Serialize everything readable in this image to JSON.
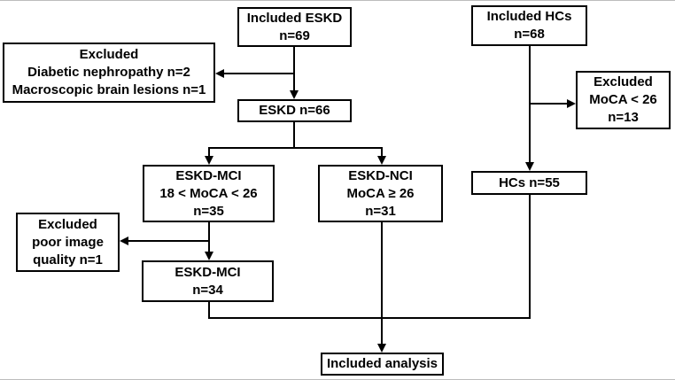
{
  "figure": {
    "background": "#ffffff",
    "box_fill": "#ffffff",
    "box_border": "#000000",
    "text_color": "#000000",
    "line_color": "#000000"
  },
  "nodes": {
    "included_eskd": {
      "lines": [
        "Included ESKD",
        "n=69"
      ]
    },
    "excluded_eskd": {
      "lines": [
        "Excluded",
        "Diabetic nephropathy n=2",
        "Macroscopic brain lesions n=1"
      ]
    },
    "eskd_66": {
      "lines": [
        "ESKD n=66"
      ]
    },
    "eskd_mci_screen": {
      "lines": [
        "ESKD-MCI",
        "18 < MoCA < 26",
        "n=35"
      ]
    },
    "eskd_nci": {
      "lines": [
        "ESKD-NCI",
        "MoCA ≥ 26",
        "n=31"
      ]
    },
    "excluded_quality": {
      "lines": [
        "Excluded",
        "poor image",
        "quality n=1"
      ]
    },
    "eskd_mci_final": {
      "lines": [
        "ESKD-MCI",
        "n=34"
      ]
    },
    "included_hcs": {
      "lines": [
        "Included HCs",
        "n=68"
      ]
    },
    "excluded_moca": {
      "lines": [
        "Excluded",
        "MoCA < 26",
        "n=13"
      ]
    },
    "hcs_55": {
      "lines": [
        "HCs n=55"
      ]
    },
    "included_analysis": {
      "lines": [
        "Included analysis"
      ]
    }
  },
  "edges": [
    {
      "from": "included_eskd",
      "to": "eskd_66",
      "style": "arrow"
    },
    {
      "from": "included_eskd",
      "to": "excluded_eskd",
      "style": "arrow"
    },
    {
      "from": "eskd_66",
      "to": "eskd_mci_screen",
      "style": "arrow"
    },
    {
      "from": "eskd_66",
      "to": "eskd_nci",
      "style": "arrow"
    },
    {
      "from": "eskd_mci_screen",
      "to": "excluded_quality",
      "style": "arrow"
    },
    {
      "from": "eskd_mci_screen",
      "to": "eskd_mci_final",
      "style": "arrow"
    },
    {
      "from": "eskd_mci_final",
      "to": "included_analysis",
      "style": "merge-line"
    },
    {
      "from": "eskd_nci",
      "to": "included_analysis",
      "style": "arrow"
    },
    {
      "from": "included_hcs",
      "to": "hcs_55",
      "style": "arrow"
    },
    {
      "from": "included_hcs",
      "to": "excluded_moca",
      "style": "arrow"
    },
    {
      "from": "hcs_55",
      "to": "included_analysis",
      "style": "merge-line"
    }
  ]
}
